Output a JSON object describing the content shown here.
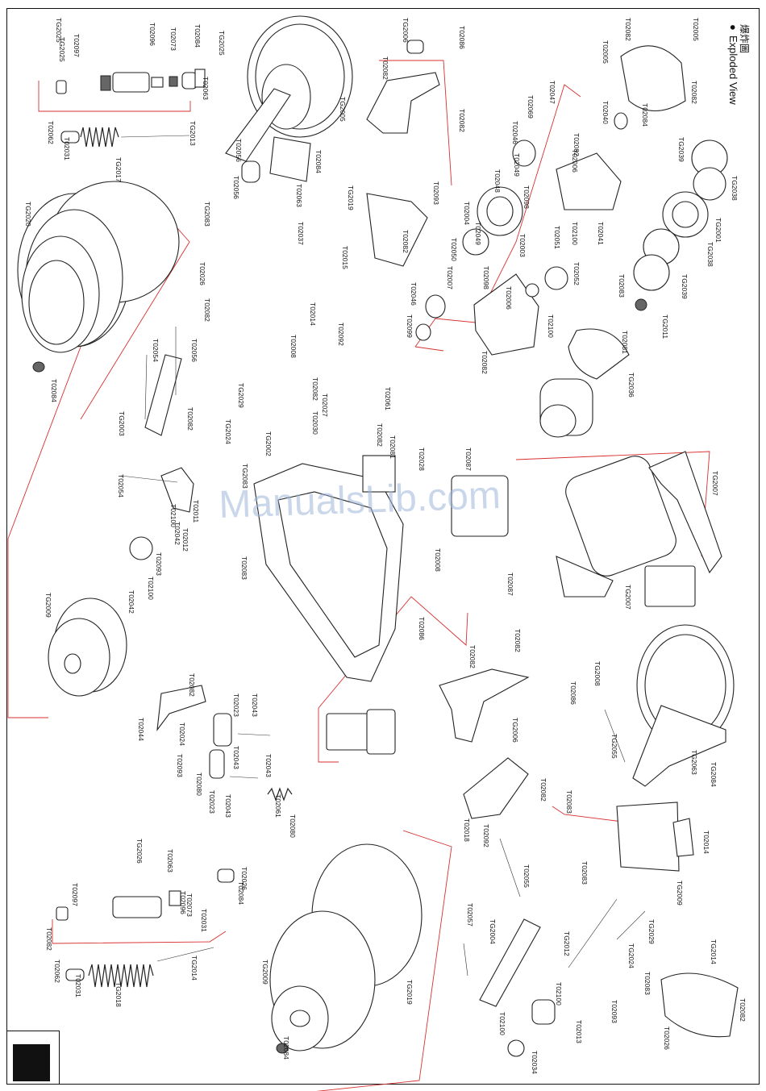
{
  "header": {
    "title_en": "Exploded View",
    "title_cn": "爆炸圖",
    "bullet": "●"
  },
  "watermark": "ManualsLib.com",
  "part_labels": [
    "TG2025",
    "T02097",
    "TG2025",
    "T02096",
    "T02073",
    "T02084",
    "TG2025",
    "T02063",
    "T02062",
    "T02031",
    "TG2017",
    "TG2013",
    "T02056",
    "T02056",
    "T02084",
    "T02063",
    "TG2005",
    "T02082",
    "T02086",
    "TG2006",
    "T02082",
    "TG2019",
    "T02093",
    "T02082",
    "T02082",
    "T02005",
    "T02005",
    "T02082",
    "T02040",
    "T02084",
    "T02047",
    "T02069",
    "T02046",
    "T02082",
    "T02006",
    "T02049",
    "T02048",
    "T02098",
    "T02004",
    "T02049",
    "T02050",
    "T02098",
    "T02007",
    "T02046",
    "T02099",
    "T02003",
    "T02051",
    "T02100",
    "T02041",
    "T02052",
    "T02006",
    "T02100",
    "T02082",
    "TG2039",
    "TG2038",
    "TG2001",
    "TG2038",
    "TG2039",
    "T02083",
    "TG2011",
    "T02081",
    "TG2036",
    "TG2020",
    "T02084",
    "TG2083",
    "T02026",
    "T02082",
    "T02008",
    "T02037",
    "T02015",
    "T02014",
    "T02092",
    "T02056",
    "T02054",
    "TG2003",
    "T02082",
    "TG2029",
    "TG2024",
    "T02082",
    "T02027",
    "T02030",
    "T02061",
    "T02082",
    "T02081",
    "T02028",
    "T02087",
    "TG2007",
    "TG2007",
    "TG2002",
    "TG2083",
    "T02054",
    "T02100",
    "T02011",
    "T02012",
    "T02042",
    "T02093",
    "T02100",
    "T02042",
    "T02083",
    "T02008",
    "T02087",
    "T02086",
    "TG2009",
    "T02043",
    "T02044",
    "T02024",
    "T02023",
    "T02043",
    "T02093",
    "T02080",
    "T02023",
    "T02043",
    "T02043",
    "T02061",
    "T02080",
    "T02082",
    "T02082",
    "TG2006",
    "TG2008",
    "T02086",
    "T02082",
    "T02018",
    "T02092",
    "T02082",
    "TG2055",
    "TG2063",
    "TG2084",
    "T02083",
    "T02014",
    "T02083",
    "TG2009",
    "TG2026",
    "T02097",
    "T02063",
    "T02096",
    "T02073",
    "T02031",
    "T02026",
    "T02084",
    "T02082",
    "T02062",
    "T02031",
    "TG2018",
    "TG2014",
    "TG2009",
    "T02084",
    "TG2019",
    "T02055",
    "T02057",
    "TG2004",
    "TG2012",
    "T02100",
    "T02013",
    "T02100",
    "T02034",
    "TG2024",
    "T02093",
    "TG2029",
    "T02083",
    "TG2014",
    "T02082",
    "T02026"
  ],
  "colors": {
    "line": "#222222",
    "callout": "#d83030",
    "watermark": "#9fb7d9"
  }
}
